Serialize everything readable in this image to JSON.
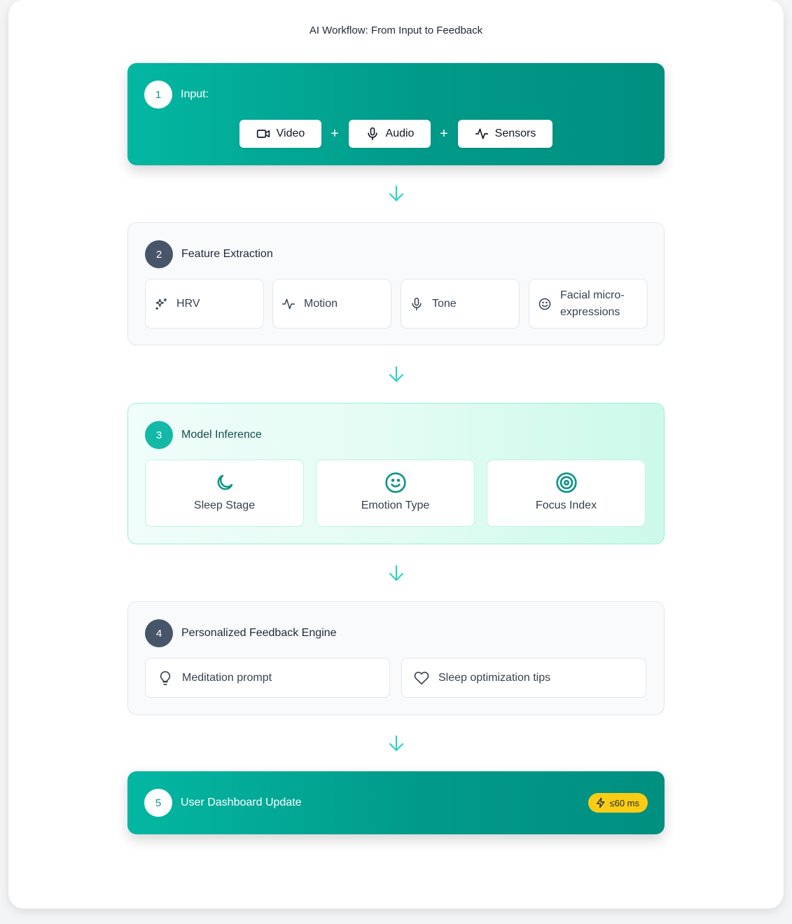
{
  "title": "AI Workflow: From Input to Feedback",
  "colors": {
    "teal_primary": "#00a896",
    "teal_icon": "#0d9488",
    "arrow": "#2dd4bf",
    "badge_yellow": "#facc15",
    "dark_number": "#475569"
  },
  "stages": [
    {
      "number": "1",
      "label": "Input:",
      "inputs": [
        {
          "label": "Video",
          "icon": "video-camera-icon"
        },
        {
          "label": "Audio",
          "icon": "microphone-icon"
        },
        {
          "label": "Sensors",
          "icon": "pulse-icon"
        }
      ],
      "separator": "+"
    },
    {
      "number": "2",
      "label": "Feature Extraction",
      "features": [
        {
          "label": "HRV",
          "icon": "sparkles-icon"
        },
        {
          "label": "Motion",
          "icon": "activity-icon"
        },
        {
          "label": "Tone",
          "icon": "microphone-icon"
        },
        {
          "label_line1": "Facial micro-",
          "label_line2": "expressions",
          "icon": "smile-icon"
        }
      ]
    },
    {
      "number": "3",
      "label": "Model Inference",
      "outputs": [
        {
          "label": "Sleep Stage",
          "icon": "moon-icon"
        },
        {
          "label": "Emotion Type",
          "icon": "smile-icon"
        },
        {
          "label": "Focus Index",
          "icon": "target-icon"
        }
      ]
    },
    {
      "number": "4",
      "label": "Personalized Feedback Engine",
      "items": [
        {
          "label": "Meditation prompt",
          "icon": "lightbulb-icon"
        },
        {
          "label": "Sleep optimization tips",
          "icon": "heart-icon"
        }
      ]
    },
    {
      "number": "5",
      "label": "User Dashboard Update",
      "badge": "≤60 ms",
      "badge_icon": "lightning-icon"
    }
  ]
}
